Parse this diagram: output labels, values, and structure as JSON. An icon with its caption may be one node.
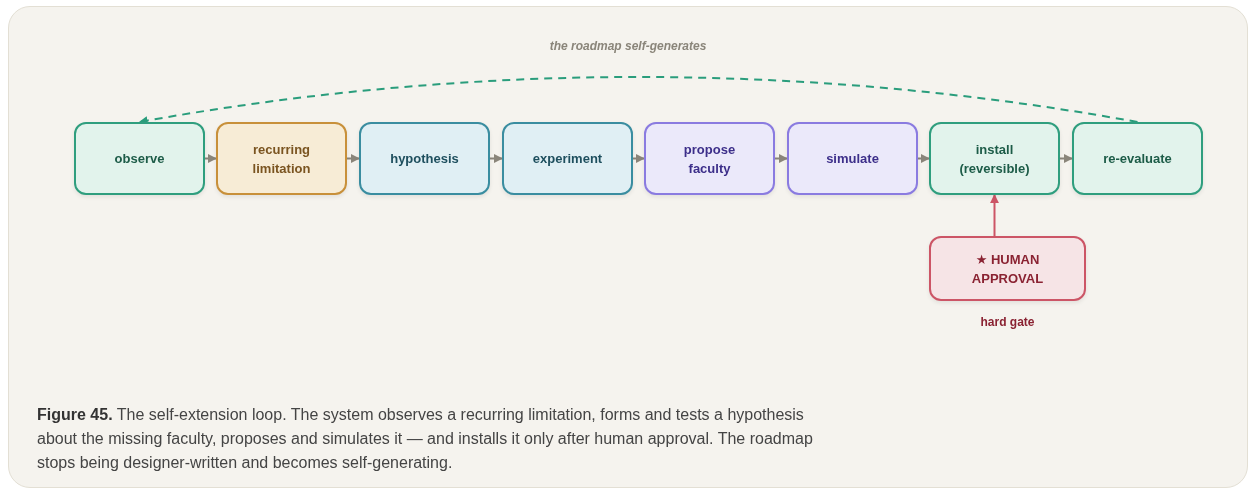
{
  "diagram": {
    "title": "the roadmap self-generates",
    "nodes": [
      {
        "text": [
          "observe"
        ]
      },
      {
        "text": [
          "recurring limitation"
        ]
      },
      {
        "text": [
          "hypothesis"
        ]
      },
      {
        "text": [
          "experiment"
        ]
      },
      {
        "text": [
          "propose faculty"
        ]
      },
      {
        "text": [
          "simulate"
        ]
      },
      {
        "text": [
          "install (reversible)"
        ]
      },
      {
        "text": [
          "re-evaluate"
        ]
      },
      {
        "text": [
          "★ HUMAN APPROVAL"
        ],
        "beside": [
          "hard gate"
        ]
      }
    ],
    "edges": [
      {
        "from": 0,
        "to": 1,
        "arrow": "to"
      },
      {
        "from": 1,
        "to": 2,
        "arrow": "to"
      },
      {
        "from": 2,
        "to": 3,
        "arrow": "to"
      },
      {
        "from": 3,
        "to": 4,
        "arrow": "to"
      },
      {
        "from": 4,
        "to": 5,
        "arrow": "to"
      },
      {
        "from": 5,
        "to": 6,
        "arrow": "to"
      },
      {
        "from": 6,
        "to": 7,
        "arrow": "to"
      },
      {
        "from": 8,
        "to": 6,
        "arrow": "to",
        "color": "#cc5566"
      },
      {
        "from": 7,
        "to": 0,
        "arrow": "to",
        "style": "dashed",
        "color": "#2a9d7c"
      }
    ],
    "caption": "**Figure 45.** The self-extension loop. The system observes a recurring limitation, forms and tests a hypothesis about the missing faculty, proposes and simulates it — and installs it only after human approval. The roadmap stops being designer-written and becomes self-generating."
  }
}
